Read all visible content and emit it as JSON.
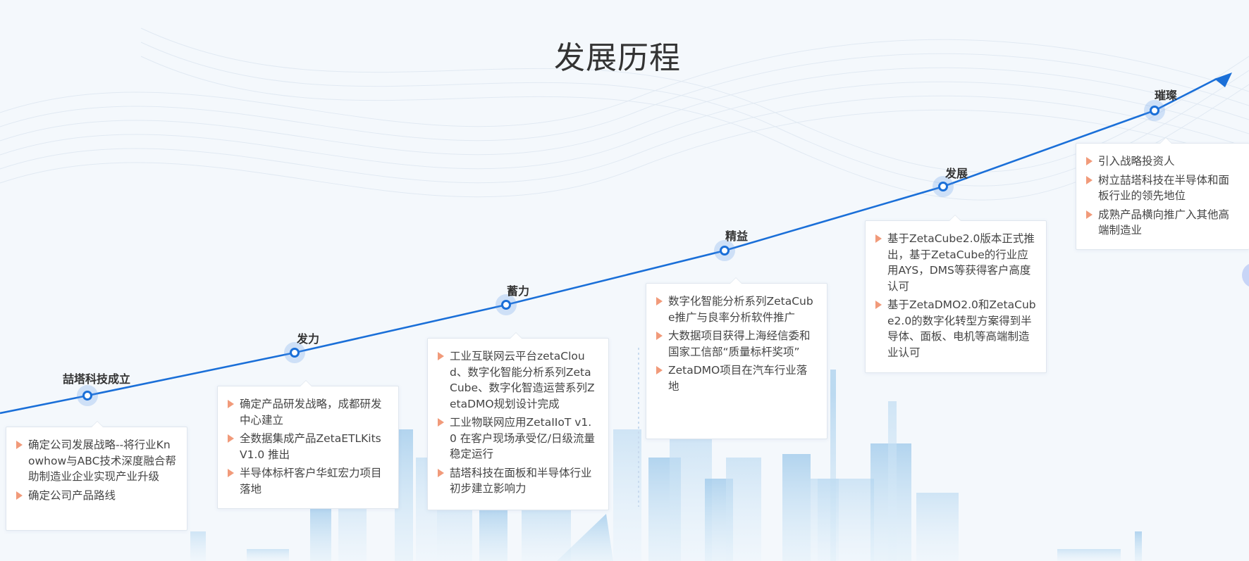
{
  "page": {
    "title": "发展历程"
  },
  "colors": {
    "line": "#1a6fd8",
    "bullet": "#f19a7a",
    "card_border": "#dfe6ee",
    "background": "#f4f8fc"
  },
  "milestones": [
    {
      "label": "喆塔科技成立",
      "items": [
        "确定公司发展战略--将行业Knowhow与ABC技术深度融合帮助制造业企业实现产业升级",
        "确定公司产品路线"
      ]
    },
    {
      "label": "发力",
      "items": [
        "确定产品研发战略，成都研发中心建立",
        "全数据集成产品ZetaETLKits V1.0 推出",
        "半导体标杆客户华虹宏力项目落地"
      ]
    },
    {
      "label": "蓄力",
      "items": [
        "工业互联网云平台zetaCloud、数字化智能分析系列ZetaCube、数字化智造运营系列ZetaDMO规划设计完成",
        "工业物联网应用ZetaIIoT v1.0 在客户现场承受亿/日级流量稳定运行",
        "喆塔科技在面板和半导体行业初步建立影响力"
      ]
    },
    {
      "label": "精益",
      "items": [
        "数字化智能分析系列ZetaCube推广与良率分析软件推广",
        "大数据项目获得上海经信委和国家工信部“质量标杆奖项”",
        "ZetaDMO项目在汽车行业落地"
      ]
    },
    {
      "label": "发展",
      "items": [
        "基于ZetaCube2.0版本正式推出，基于ZetaCube的行业应用AYS，DMS等获得客户高度认可",
        "基于ZetaDMO2.0和ZetaCube2.0的数字化转型方案得到半导体、面板、电机等高端制造业认可"
      ]
    },
    {
      "label": "璀璨",
      "items": [
        "引入战略投资人",
        "树立喆塔科技在半导体和面板行业的领先地位",
        "成熟产品横向推广入其他高端制造业"
      ]
    }
  ]
}
